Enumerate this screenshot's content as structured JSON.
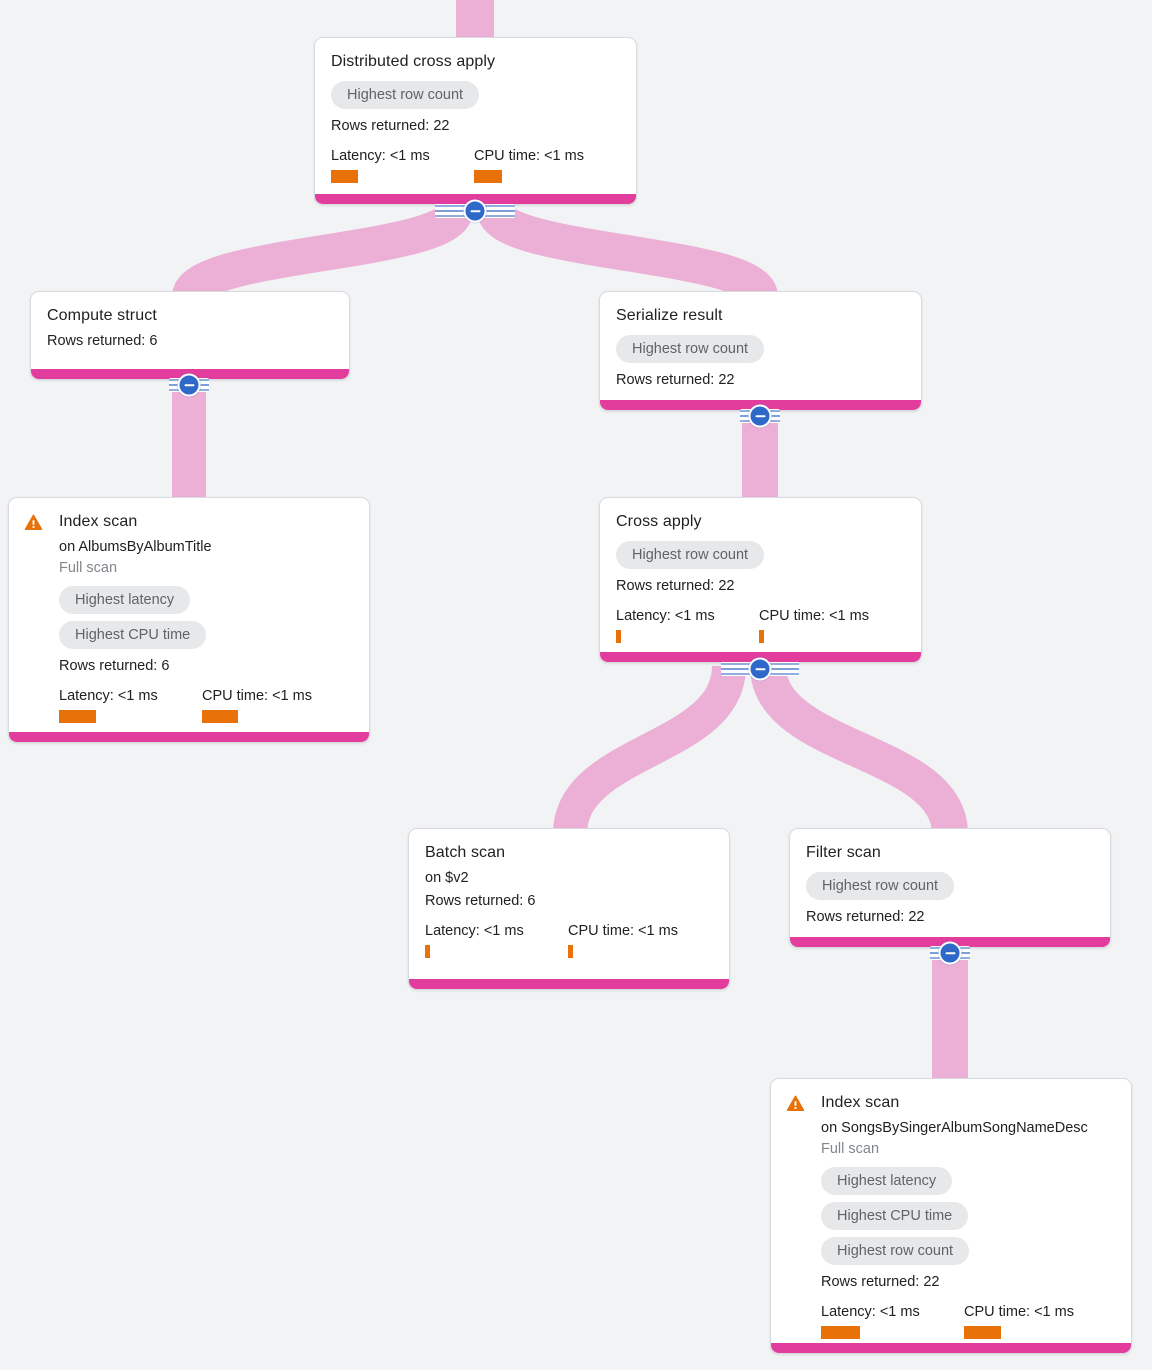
{
  "diagram": {
    "kind": "query-execution-plan-tree",
    "colors": {
      "background": "#f1f3f4",
      "edge_pink": "#ecafd5",
      "node_bottom_bar": "#e23c9c",
      "metric_bar_orange": "#e8710a",
      "badge_bg": "#e7e8ea",
      "badge_text": "#5f6368",
      "collapse_blue": "#2e68c9",
      "warning_orange": "#e8710a",
      "muted_text": "#80868b"
    }
  },
  "nodes": [
    {
      "id": "distributed-cross-apply",
      "title": "Distributed cross apply",
      "badges": [
        "Highest row count"
      ],
      "rows": "Rows returned: 22",
      "latency": "Latency: <1 ms",
      "cpu": "CPU time: <1 ms"
    },
    {
      "id": "compute-struct",
      "title": "Compute struct",
      "rows": "Rows returned: 6"
    },
    {
      "id": "serialize-result",
      "title": "Serialize result",
      "badges": [
        "Highest row count"
      ],
      "rows": "Rows returned: 22"
    },
    {
      "id": "index-scan-albums",
      "warning": "full-scan-warning",
      "title": "Index scan",
      "subtitle": "on AlbumsByAlbumTitle",
      "scan_type": "Full scan",
      "badges": [
        "Highest latency",
        "Highest CPU time"
      ],
      "rows": "Rows returned: 6",
      "latency": "Latency: <1 ms",
      "cpu": "CPU time: <1 ms"
    },
    {
      "id": "cross-apply",
      "title": "Cross apply",
      "badges": [
        "Highest row count"
      ],
      "rows": "Rows returned: 22",
      "latency": "Latency: <1 ms",
      "cpu": "CPU time: <1 ms"
    },
    {
      "id": "batch-scan",
      "title": "Batch scan",
      "subtitle": "on $v2",
      "rows": "Rows returned: 6",
      "latency": "Latency: <1 ms",
      "cpu": "CPU time: <1 ms"
    },
    {
      "id": "filter-scan",
      "title": "Filter scan",
      "badges": [
        "Highest row count"
      ],
      "rows": "Rows returned: 22"
    },
    {
      "id": "index-scan-songs",
      "warning": "full-scan-warning",
      "title": "Index scan",
      "subtitle": "on SongsBySingerAlbumSongNameDesc",
      "scan_type": "Full scan",
      "badges": [
        "Highest latency",
        "Highest CPU time",
        "Highest row count"
      ],
      "rows": "Rows returned: 22",
      "latency": "Latency: <1 ms",
      "cpu": "CPU time: <1 ms"
    }
  ],
  "edges": [
    {
      "from": "parent-offscreen",
      "to": "distributed-cross-apply"
    },
    {
      "from": "distributed-cross-apply",
      "to": "compute-struct"
    },
    {
      "from": "distributed-cross-apply",
      "to": "serialize-result"
    },
    {
      "from": "compute-struct",
      "to": "index-scan-albums"
    },
    {
      "from": "serialize-result",
      "to": "cross-apply"
    },
    {
      "from": "cross-apply",
      "to": "batch-scan"
    },
    {
      "from": "cross-apply",
      "to": "filter-scan"
    },
    {
      "from": "filter-scan",
      "to": "index-scan-songs"
    }
  ]
}
